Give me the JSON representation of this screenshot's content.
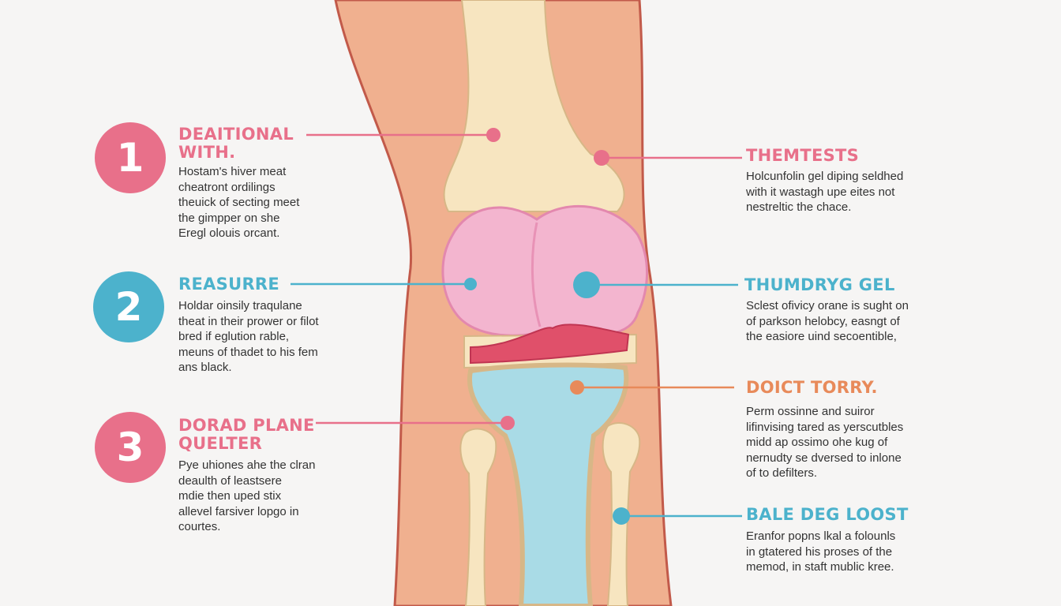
{
  "colors": {
    "pink": "#e8708a",
    "blue": "#4cb2cc",
    "orange": "#e88a5a",
    "skin": "#f0b08f",
    "bone": "#f7e5c0",
    "cartilage": "#f3b5cf",
    "meniscus": "#e0506a",
    "tibia": "#a9dbe6"
  },
  "left_callouts": [
    {
      "number": "1",
      "title": "DEAITIONAL\nWITH.",
      "text": "Hostam's hiver meat\ncheatront ordilings\ntheuick of secting meet\nthe gimpper on she\nEregl olouis orcant."
    },
    {
      "number": "2",
      "title": "REASURRE",
      "text": "Holdar oinsily traqulane\ntheat in their prower or filot\nbred if eglution rable,\nmeuns of thadet to his fem\nans black."
    },
    {
      "number": "3",
      "title": "DORAD PLANE\nQUELTER",
      "text": "Pye uhiones ahe the clran\ndeaulth of leastsere\nmdie then uped stix\nallevel farsiver lopgo in\ncourtes."
    }
  ],
  "right_callouts": [
    {
      "title": "THEMTESTS",
      "text": "Holcunfolin gel diping seldhed\nwith it wastagh upe eites not\nnestreltic the chace."
    },
    {
      "title": "THUMDRYG GEL",
      "text": "Sclest ofivicy orane is sught on\nof parkson helobcy, easngt of\nthe easiore uind secoentible,"
    },
    {
      "title": "DOICT TORRY.",
      "text": "Perm ossinne and suiror\nlifinvising tared as yerscutbles\nmidd ap ossimo ohe kug of\nnernudty se dversed to inlone\nof to defilters."
    },
    {
      "title": "BALE DEG LOOST",
      "text": "Eranfor popns lkal a folounls\nin gtatered his proses of the\nmemod, in staft mublic kree."
    }
  ]
}
